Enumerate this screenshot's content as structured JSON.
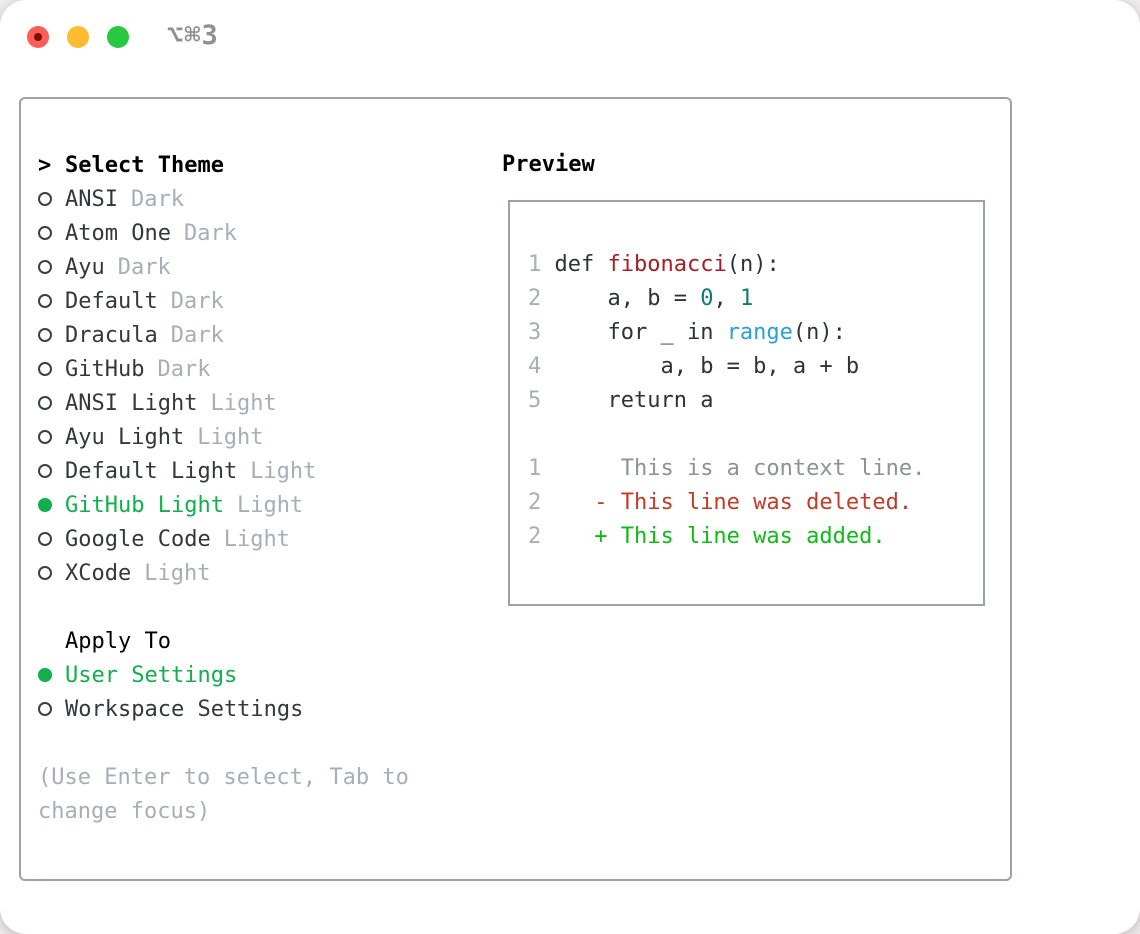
{
  "window": {
    "title": "⌥⌘3",
    "traffic_lights": [
      {
        "name": "close-button",
        "color": "#ff5d55"
      },
      {
        "name": "minimize-button",
        "color": "#febc2e"
      },
      {
        "name": "zoom-button",
        "color": "#28c840"
      }
    ]
  },
  "theme_menu": {
    "header": {
      "prefix": ">",
      "label": "Select Theme"
    },
    "options": [
      {
        "label": "ANSI",
        "tag": "Dark",
        "selected": false
      },
      {
        "label": "Atom One",
        "tag": "Dark",
        "selected": false
      },
      {
        "label": "Ayu",
        "tag": "Dark",
        "selected": false
      },
      {
        "label": "Default",
        "tag": "Dark",
        "selected": false
      },
      {
        "label": "Dracula",
        "tag": "Dark",
        "selected": false
      },
      {
        "label": "GitHub",
        "tag": "Dark",
        "selected": false
      },
      {
        "label": "ANSI Light",
        "tag": "Light",
        "selected": false
      },
      {
        "label": "Ayu Light",
        "tag": "Light",
        "selected": false
      },
      {
        "label": "Default Light",
        "tag": "Light",
        "selected": false
      },
      {
        "label": "GitHub Light",
        "tag": "Light",
        "selected": true
      },
      {
        "label": "Google Code",
        "tag": "Light",
        "selected": false
      },
      {
        "label": "XCode",
        "tag": "Light",
        "selected": false
      }
    ]
  },
  "apply_to": {
    "header": "Apply To",
    "options": [
      {
        "label": "User Settings",
        "selected": true
      },
      {
        "label": "Workspace Settings",
        "selected": false
      }
    ]
  },
  "hints": [
    "(Use Enter to select, Tab to",
    "change focus)"
  ],
  "preview": {
    "title": "Preview",
    "lines": [
      {
        "num": "1",
        "segs": [
          {
            "t": " def ",
            "c": "fg"
          },
          {
            "t": "fibonacci",
            "c": "fn"
          },
          {
            "t": "(n):",
            "c": "fg"
          }
        ]
      },
      {
        "num": "2",
        "segs": [
          {
            "t": "     a, b = ",
            "c": "fg"
          },
          {
            "t": "0",
            "c": "lit"
          },
          {
            "t": ", ",
            "c": "fg"
          },
          {
            "t": "1",
            "c": "lit"
          }
        ]
      },
      {
        "num": "3",
        "segs": [
          {
            "t": "     for _ in ",
            "c": "fg"
          },
          {
            "t": "range",
            "c": "call"
          },
          {
            "t": "(n):",
            "c": "fg"
          }
        ]
      },
      {
        "num": "4",
        "segs": [
          {
            "t": "         a, b = b, a + b",
            "c": "fg"
          }
        ]
      },
      {
        "num": "5",
        "segs": [
          {
            "t": "     return a",
            "c": "fg"
          }
        ]
      },
      {
        "num": "",
        "segs": []
      },
      {
        "num": "1",
        "segs": [
          {
            "t": "      This is a context line.",
            "c": "ctx"
          }
        ]
      },
      {
        "num": "2",
        "segs": [
          {
            "t": "    - This line was deleted.",
            "c": "del"
          }
        ]
      },
      {
        "num": "2",
        "segs": [
          {
            "t": "    + This line was added.",
            "c": "add"
          }
        ]
      }
    ]
  },
  "colors": {
    "accent_green": "#12b04c",
    "diff_added": "#0ebb17",
    "diff_deleted": "#c33a27",
    "context_gray": "#8b9299",
    "function_red": "#a61d25",
    "literal_teal": "#0d7a72",
    "call_blue": "#2c9fd4",
    "code_fg": "#2d333b",
    "muted_gray": "#a6aeba",
    "border_gray": "#9aa3ad",
    "traffic_red": "#ff5d55",
    "traffic_yellow": "#febc2e",
    "traffic_green": "#28c840"
  }
}
